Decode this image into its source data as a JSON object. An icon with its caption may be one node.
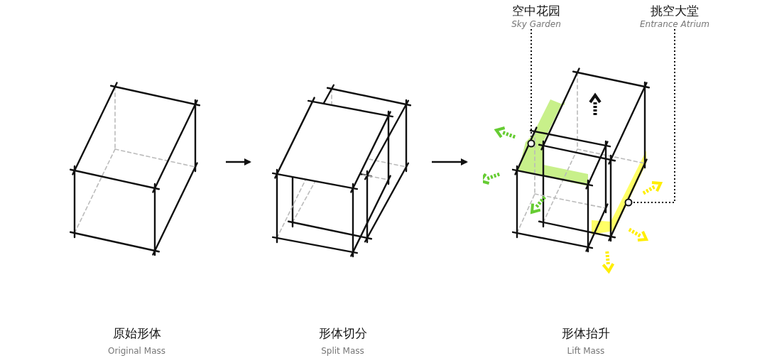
{
  "diagram": {
    "nodes": [
      {
        "text": [],
        "shape": "picture",
        "beside": [
          "原始形体",
          "Original Mass"
        ]
      },
      {
        "text": [],
        "shape": "picture",
        "beside": [
          "形体切分",
          "Split Mass"
        ]
      },
      {
        "text": [],
        "shape": "picture",
        "beside": [
          "形体抬升",
          "Lift Mass"
        ]
      },
      {
        "text": [
          "空中花园",
          "Sky Garden"
        ]
      },
      {
        "text": [
          "挑空大堂",
          "Entrance Atrium"
        ]
      },
      {
        "text": [],
        "shape": "circle",
        "in": 2
      },
      {
        "text": [],
        "shape": "circle",
        "in": 2
      }
    ],
    "edges": [
      {
        "from": 0,
        "to": 1,
        "arrow": "to"
      },
      {
        "from": 1,
        "to": 2,
        "arrow": "to"
      },
      {
        "from": 3,
        "to": 5,
        "arrow": "none",
        "style": "dashed"
      },
      {
        "from": 4,
        "to": 6,
        "arrow": "none",
        "style": "dashed"
      }
    ]
  }
}
